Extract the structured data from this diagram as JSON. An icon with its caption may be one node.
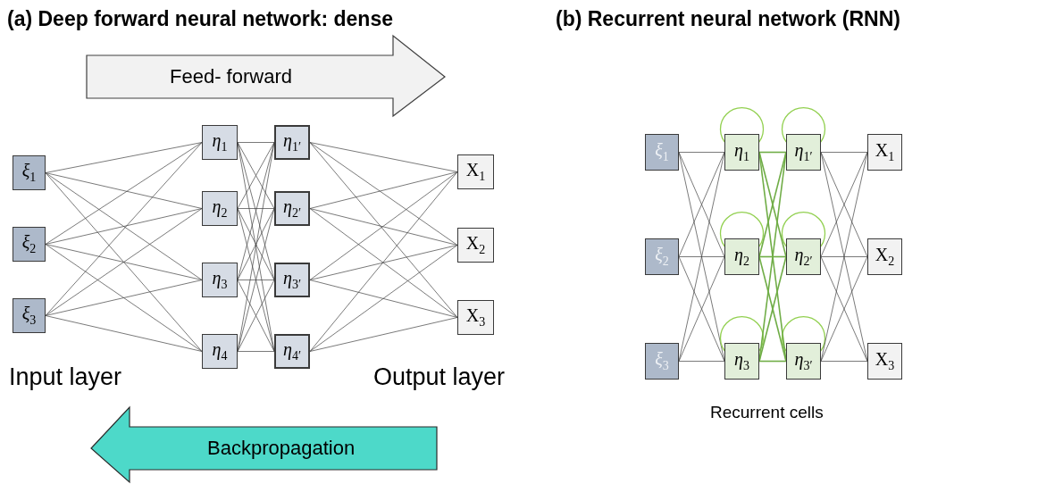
{
  "diagram": {
    "nodes": [
      {
        "text": [
          "*ξ*$_{1}$"
        ]
      },
      {
        "text": [
          "*ξ*$_{2}$"
        ]
      },
      {
        "text": [
          "*ξ*$_{3}$"
        ]
      },
      {
        "text": [
          "*η*$_{1}$"
        ]
      },
      {
        "text": [
          "*η*$_{2}$"
        ]
      },
      {
        "text": [
          "*η*$_{3}$"
        ]
      },
      {
        "text": [
          "*η*$_{4}$"
        ]
      },
      {
        "text": [
          "*η*$_{1′}$"
        ]
      },
      {
        "text": [
          "*η*$_{2′}$"
        ]
      },
      {
        "text": [
          "*η*$_{3′}$"
        ]
      },
      {
        "text": [
          "*η*$_{4′}$"
        ]
      },
      {
        "text": [
          "X$_{1}$"
        ]
      },
      {
        "text": [
          "X$_{2}$"
        ]
      },
      {
        "text": [
          "X$_{3}$"
        ]
      },
      {
        "text": [
          "*ξ*$_{1}$"
        ]
      },
      {
        "text": [
          "*ξ*$_{2}$"
        ]
      },
      {
        "text": [
          "*ξ*$_{3}$"
        ]
      },
      {
        "text": [
          "*η*$_{1}$"
        ]
      },
      {
        "text": [
          "*η*$_{2}$"
        ]
      },
      {
        "text": [
          "*η*$_{3}$"
        ]
      },
      {
        "text": [
          "*η*$_{1′}$"
        ]
      },
      {
        "text": [
          "*η*$_{2′}$"
        ]
      },
      {
        "text": [
          "*η*$_{3′}$"
        ]
      },
      {
        "text": [
          "X$_{1}$"
        ]
      },
      {
        "text": [
          "X$_{2}$"
        ]
      },
      {
        "text": [
          "X$_{3}$"
        ]
      }
    ],
    "edges": [
      {
        "from": 0,
        "to": 3,
        "arrow": "none"
      },
      {
        "from": 0,
        "to": 4,
        "arrow": "none"
      },
      {
        "from": 0,
        "to": 5,
        "arrow": "none"
      },
      {
        "from": 0,
        "to": 6,
        "arrow": "none"
      },
      {
        "from": 1,
        "to": 3,
        "arrow": "none"
      },
      {
        "from": 1,
        "to": 4,
        "arrow": "none"
      },
      {
        "from": 1,
        "to": 5,
        "arrow": "none"
      },
      {
        "from": 1,
        "to": 6,
        "arrow": "none"
      },
      {
        "from": 2,
        "to": 3,
        "arrow": "none"
      },
      {
        "from": 2,
        "to": 4,
        "arrow": "none"
      },
      {
        "from": 2,
        "to": 5,
        "arrow": "none"
      },
      {
        "from": 2,
        "to": 6,
        "arrow": "none"
      },
      {
        "from": 3,
        "to": 7,
        "arrow": "none"
      },
      {
        "from": 3,
        "to": 8,
        "arrow": "none"
      },
      {
        "from": 3,
        "to": 9,
        "arrow": "none"
      },
      {
        "from": 3,
        "to": 10,
        "arrow": "none"
      },
      {
        "from": 4,
        "to": 7,
        "arrow": "none"
      },
      {
        "from": 4,
        "to": 8,
        "arrow": "none"
      },
      {
        "from": 4,
        "to": 9,
        "arrow": "none"
      },
      {
        "from": 4,
        "to": 10,
        "arrow": "none"
      },
      {
        "from": 5,
        "to": 7,
        "arrow": "none"
      },
      {
        "from": 5,
        "to": 8,
        "arrow": "none"
      },
      {
        "from": 5,
        "to": 9,
        "arrow": "none"
      },
      {
        "from": 5,
        "to": 10,
        "arrow": "none"
      },
      {
        "from": 6,
        "to": 7,
        "arrow": "none"
      },
      {
        "from": 6,
        "to": 8,
        "arrow": "none"
      },
      {
        "from": 6,
        "to": 9,
        "arrow": "none"
      },
      {
        "from": 6,
        "to": 10,
        "arrow": "none"
      },
      {
        "from": 7,
        "to": 11,
        "arrow": "none"
      },
      {
        "from": 7,
        "to": 12,
        "arrow": "none"
      },
      {
        "from": 7,
        "to": 13,
        "arrow": "none"
      },
      {
        "from": 8,
        "to": 11,
        "arrow": "none"
      },
      {
        "from": 8,
        "to": 12,
        "arrow": "none"
      },
      {
        "from": 8,
        "to": 13,
        "arrow": "none"
      },
      {
        "from": 9,
        "to": 11,
        "arrow": "none"
      },
      {
        "from": 9,
        "to": 12,
        "arrow": "none"
      },
      {
        "from": 9,
        "to": 13,
        "arrow": "none"
      },
      {
        "from": 10,
        "to": 11,
        "arrow": "none"
      },
      {
        "from": 10,
        "to": 12,
        "arrow": "none"
      },
      {
        "from": 10,
        "to": 13,
        "arrow": "none"
      },
      {
        "from": 14,
        "to": 17,
        "arrow": "none"
      },
      {
        "from": 14,
        "to": 18,
        "arrow": "none"
      },
      {
        "from": 14,
        "to": 19,
        "arrow": "none"
      },
      {
        "from": 15,
        "to": 17,
        "arrow": "none"
      },
      {
        "from": 15,
        "to": 18,
        "arrow": "none"
      },
      {
        "from": 15,
        "to": 19,
        "arrow": "none"
      },
      {
        "from": 16,
        "to": 17,
        "arrow": "none"
      },
      {
        "from": 16,
        "to": 18,
        "arrow": "none"
      },
      {
        "from": 16,
        "to": 19,
        "arrow": "none"
      },
      {
        "from": 17,
        "to": 17,
        "arrow": "none",
        "color": "#92d050"
      },
      {
        "from": 20,
        "to": 20,
        "arrow": "none",
        "color": "#92d050"
      },
      {
        "from": 18,
        "to": 18,
        "arrow": "none",
        "color": "#92d050"
      },
      {
        "from": 21,
        "to": 21,
        "arrow": "none",
        "color": "#92d050"
      },
      {
        "from": 19,
        "to": 19,
        "arrow": "none",
        "color": "#92d050"
      },
      {
        "from": 22,
        "to": 22,
        "arrow": "none",
        "color": "#92d050"
      },
      {
        "from": 17,
        "to": 20,
        "arrow": "none",
        "color": "#70ad47"
      },
      {
        "from": 17,
        "to": 21,
        "arrow": "none",
        "color": "#70ad47"
      },
      {
        "from": 17,
        "to": 22,
        "arrow": "none",
        "color": "#70ad47"
      },
      {
        "from": 18,
        "to": 20,
        "arrow": "none",
        "color": "#70ad47"
      },
      {
        "from": 18,
        "to": 21,
        "arrow": "none",
        "color": "#70ad47"
      },
      {
        "from": 18,
        "to": 22,
        "arrow": "none",
        "color": "#70ad47"
      },
      {
        "from": 19,
        "to": 20,
        "arrow": "none",
        "color": "#70ad47"
      },
      {
        "from": 19,
        "to": 21,
        "arrow": "none",
        "color": "#70ad47"
      },
      {
        "from": 19,
        "to": 22,
        "arrow": "none",
        "color": "#70ad47"
      },
      {
        "from": 20,
        "to": 23,
        "arrow": "none"
      },
      {
        "from": 20,
        "to": 24,
        "arrow": "none"
      },
      {
        "from": 20,
        "to": 25,
        "arrow": "none"
      },
      {
        "from": 21,
        "to": 23,
        "arrow": "none"
      },
      {
        "from": 21,
        "to": 24,
        "arrow": "none"
      },
      {
        "from": 21,
        "to": 25,
        "arrow": "none"
      },
      {
        "from": 22,
        "to": 23,
        "arrow": "none"
      },
      {
        "from": 22,
        "to": 24,
        "arrow": "none"
      },
      {
        "from": 22,
        "to": 25,
        "arrow": "none"
      }
    ],
    "labels": [
      "(a) Deep forward neural network: dense",
      "(b)  Recurrent neural network  (RNN)",
      "Feed- forward",
      "Input layer",
      "Output layer",
      "Recurrent cells",
      "Backpropagation"
    ]
  }
}
